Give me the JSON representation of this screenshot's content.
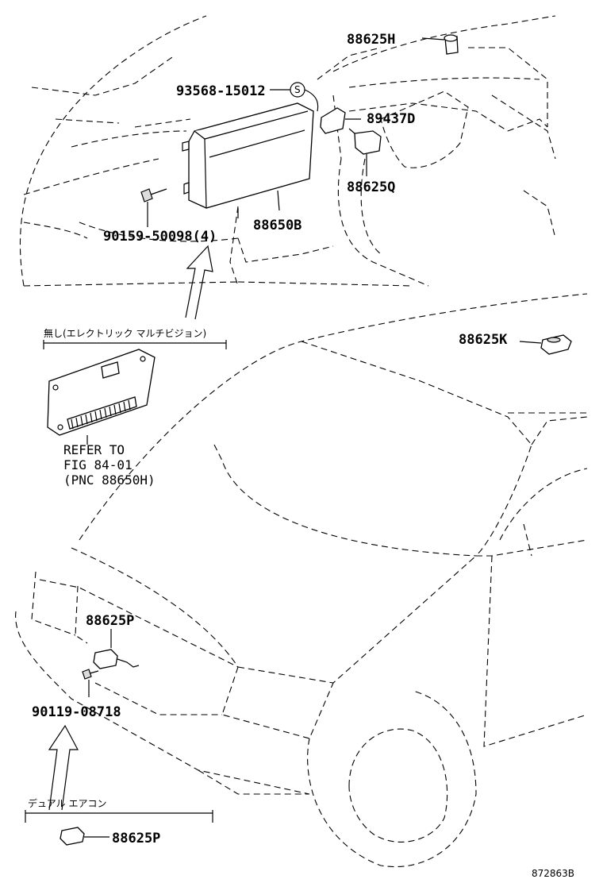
{
  "labels": {
    "p88625h": "88625H",
    "p93568": "93568-15012",
    "circle_s": "S",
    "p89437d": "89437D",
    "p88625q": "88625Q",
    "p88650b": "88650B",
    "p90159": "90159-50098(4)",
    "note_top": "無し(エレクトリック マルチビジョン)",
    "p88625k": "88625K",
    "refer_line1": "REFER TO",
    "refer_line2": "FIG 84-01",
    "refer_line3": "(PNC 88650H)",
    "p88625p_main": "88625P",
    "p90119": "90119-08718",
    "note_bottom": "デュアル エアコン",
    "p88625p_option": "88625P",
    "figure_id": "872863B"
  }
}
